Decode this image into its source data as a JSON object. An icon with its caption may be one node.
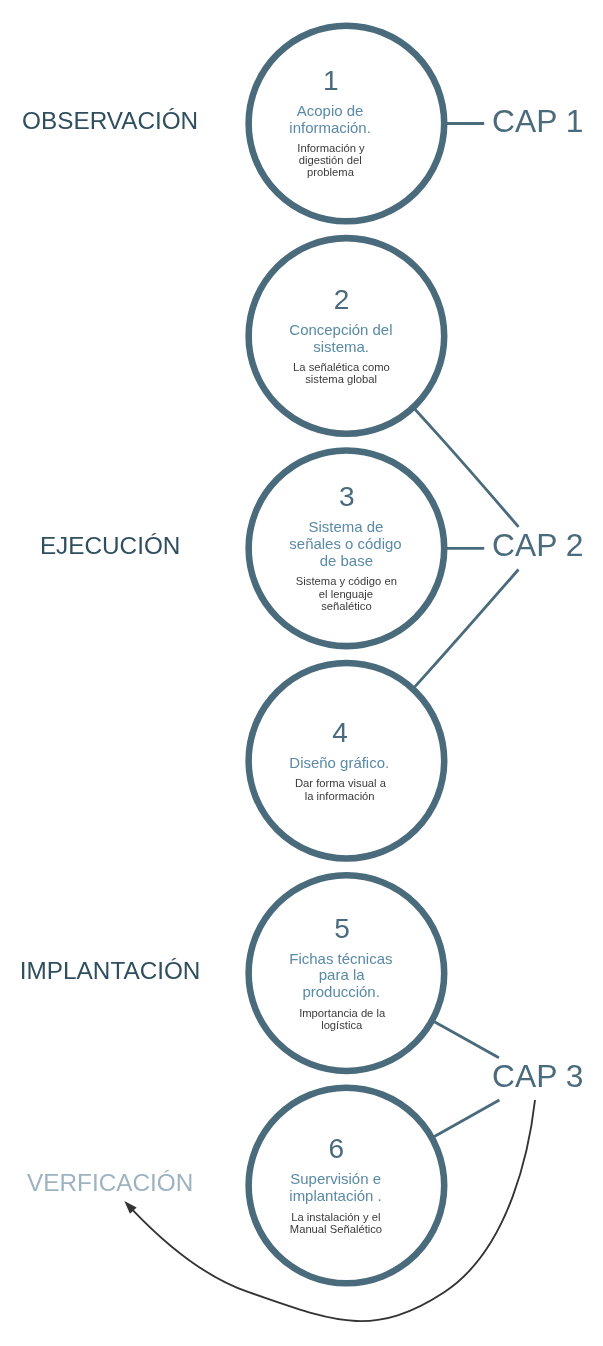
{
  "diagram": {
    "nodes": [
      {
        "text": [
          "1",
          "Acopio de información.",
          "Información y digestión del problema"
        ]
      },
      {
        "text": [
          "2",
          "Concepción del sistema.",
          "La señalética como sistema global"
        ]
      },
      {
        "text": [
          "3",
          "Sistema de señales o código de base",
          "Sistema y código en el lenguaje señalético"
        ]
      },
      {
        "text": [
          "4",
          "Diseño gráfico.",
          "Dar forma visual a la información"
        ]
      },
      {
        "text": [
          "5",
          "Fichas técnicas para la producción.",
          "Importancia de la logística"
        ]
      },
      {
        "text": [
          "6",
          "Supervisión e implantación .",
          "La instalación y el Manual Señalético"
        ]
      },
      {
        "text": [
          "CAP 1"
        ]
      },
      {
        "text": [
          "CAP 2"
        ]
      },
      {
        "text": [
          "CAP 3"
        ]
      },
      {
        "text": [
          "VERFICACIÓN"
        ]
      }
    ],
    "edges": [
      {
        "from": 0,
        "to": 6,
        "arrow": "none"
      },
      {
        "from": 1,
        "to": 7,
        "arrow": "none"
      },
      {
        "from": 2,
        "to": 7,
        "arrow": "none"
      },
      {
        "from": 3,
        "to": 7,
        "arrow": "none"
      },
      {
        "from": 4,
        "to": 8,
        "arrow": "none"
      },
      {
        "from": 5,
        "to": 8,
        "arrow": "none"
      },
      {
        "from": 8,
        "to": 9,
        "arrow": "to"
      }
    ],
    "labels": [
      "OBSERVACIÓN",
      "EJECUCIÓN",
      "IMPLANTACIÓN"
    ]
  }
}
